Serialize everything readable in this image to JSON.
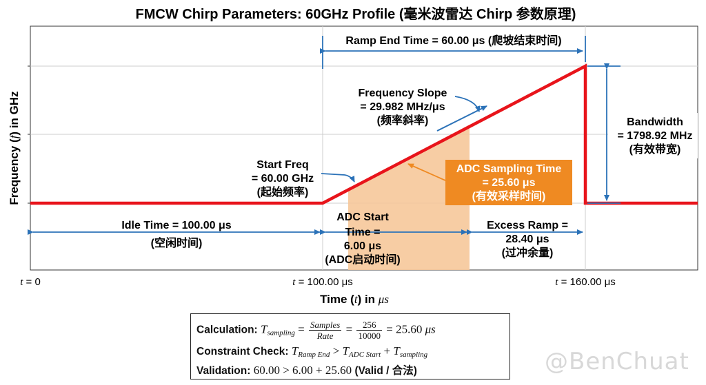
{
  "title": "FMCW Chirp Parameters: 60GHz Profile (毫米波雷达 Chirp 参数原理)",
  "y_axis_label": "Frequency (f) in GHz",
  "y_axis_var": "f",
  "x_axis": {
    "label_prefix": "Time (",
    "label_var": "t",
    "label_mid": ") in ",
    "label_unit": "μs",
    "ticks": [
      {
        "var": "t",
        "text": " = 0"
      },
      {
        "var": "t",
        "text": " = 100.00 μs"
      },
      {
        "var": "t",
        "text": " = 160.00 μs"
      }
    ]
  },
  "annotations": {
    "ramp_end": "Ramp End Time = 60.00 μs (爬坡结束时间)",
    "slope_1": "Frequency Slope",
    "slope_2": "= 29.982 MHz/μs",
    "slope_3": "(频率斜率)",
    "bandwidth_1": "Bandwidth",
    "bandwidth_2": "= 1798.92 MHz",
    "bandwidth_3": "(有效带宽)",
    "start_freq_1": "Start Freq",
    "start_freq_2": "= 60.00 GHz",
    "start_freq_3": "(起始频率)",
    "adc_sampling_1": "ADC Sampling Time",
    "adc_sampling_2": "= 25.60 μs",
    "adc_sampling_3": "(有效采样时间)",
    "idle_1": "Idle Time = 100.00 μs",
    "idle_2": "(空闲时间)",
    "adc_start_1": "ADC Start",
    "adc_start_2": "Time =",
    "adc_start_3": "6.00 μs",
    "adc_start_4": "(ADC启动时间)",
    "excess_1": "Excess Ramp =",
    "excess_2": "28.40 μs",
    "excess_3": "(过冲余量)"
  },
  "calc": {
    "l1_label": "Calculation:",
    "l1_lhs": "T",
    "l1_lhs_sub": "sampling",
    "l1_num1": "Samples",
    "l1_den1": "Rate",
    "l1_num2": "256",
    "l1_den2": "10000",
    "l1_result": "= 25.60 ",
    "l1_unit": "μs",
    "l2_label": "Constraint Check:",
    "l2_a": "T",
    "l2_a_sub": "Ramp End",
    "l2_b": "T",
    "l2_b_sub": "ADC Start",
    "l2_c": "T",
    "l2_c_sub": "sampling",
    "l3_label": "Validation:",
    "l3_expr": "60.00 > 6.00 + 25.60",
    "l3_verdict": "(Valid / 合法)"
  },
  "watermark": "@BenChuat",
  "colors": {
    "signal": "#e8141b",
    "annotation": "#2b72b8",
    "adc_fill": "#f6c89a",
    "adc_label_bg": "#ef8a22",
    "grid": "#c8c8c8"
  }
}
